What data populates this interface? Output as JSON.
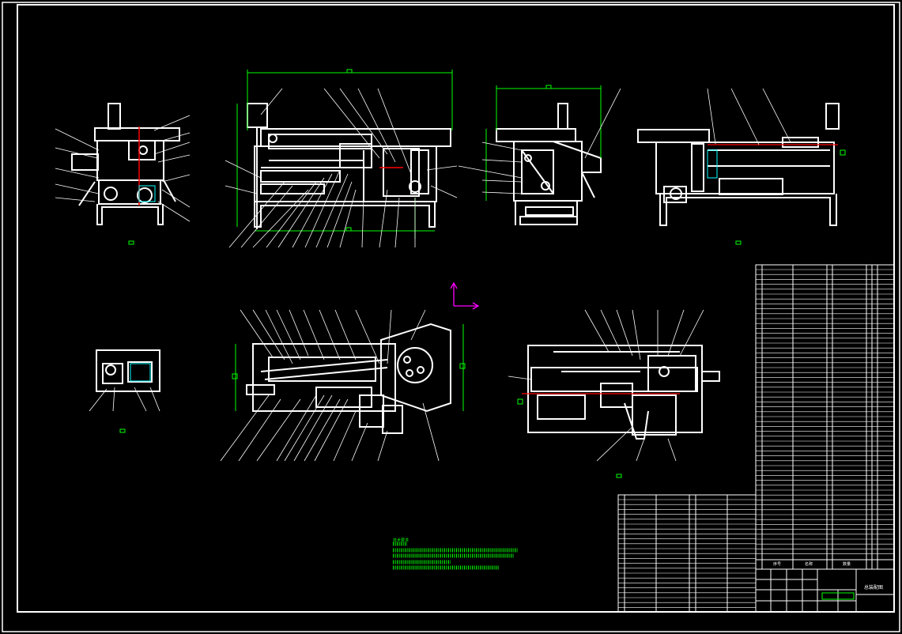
{
  "colors": {
    "background": "#000000",
    "line": "#ffffff",
    "dimension": "#00ff00",
    "centerline": "#ff0000",
    "ucs": "#ff00ff",
    "hatch": "#00ffff"
  },
  "drawing": {
    "sheet_label": "",
    "views": [
      "left-view",
      "front-view",
      "right-view",
      "side-view-2",
      "detail-view-small",
      "section-view",
      "detail-view-right"
    ],
    "title_block": {
      "stamp": "总装配图",
      "headers": [
        "序号",
        "名称",
        "数量"
      ]
    },
    "technical_notes": [
      "技术要求"
    ]
  }
}
